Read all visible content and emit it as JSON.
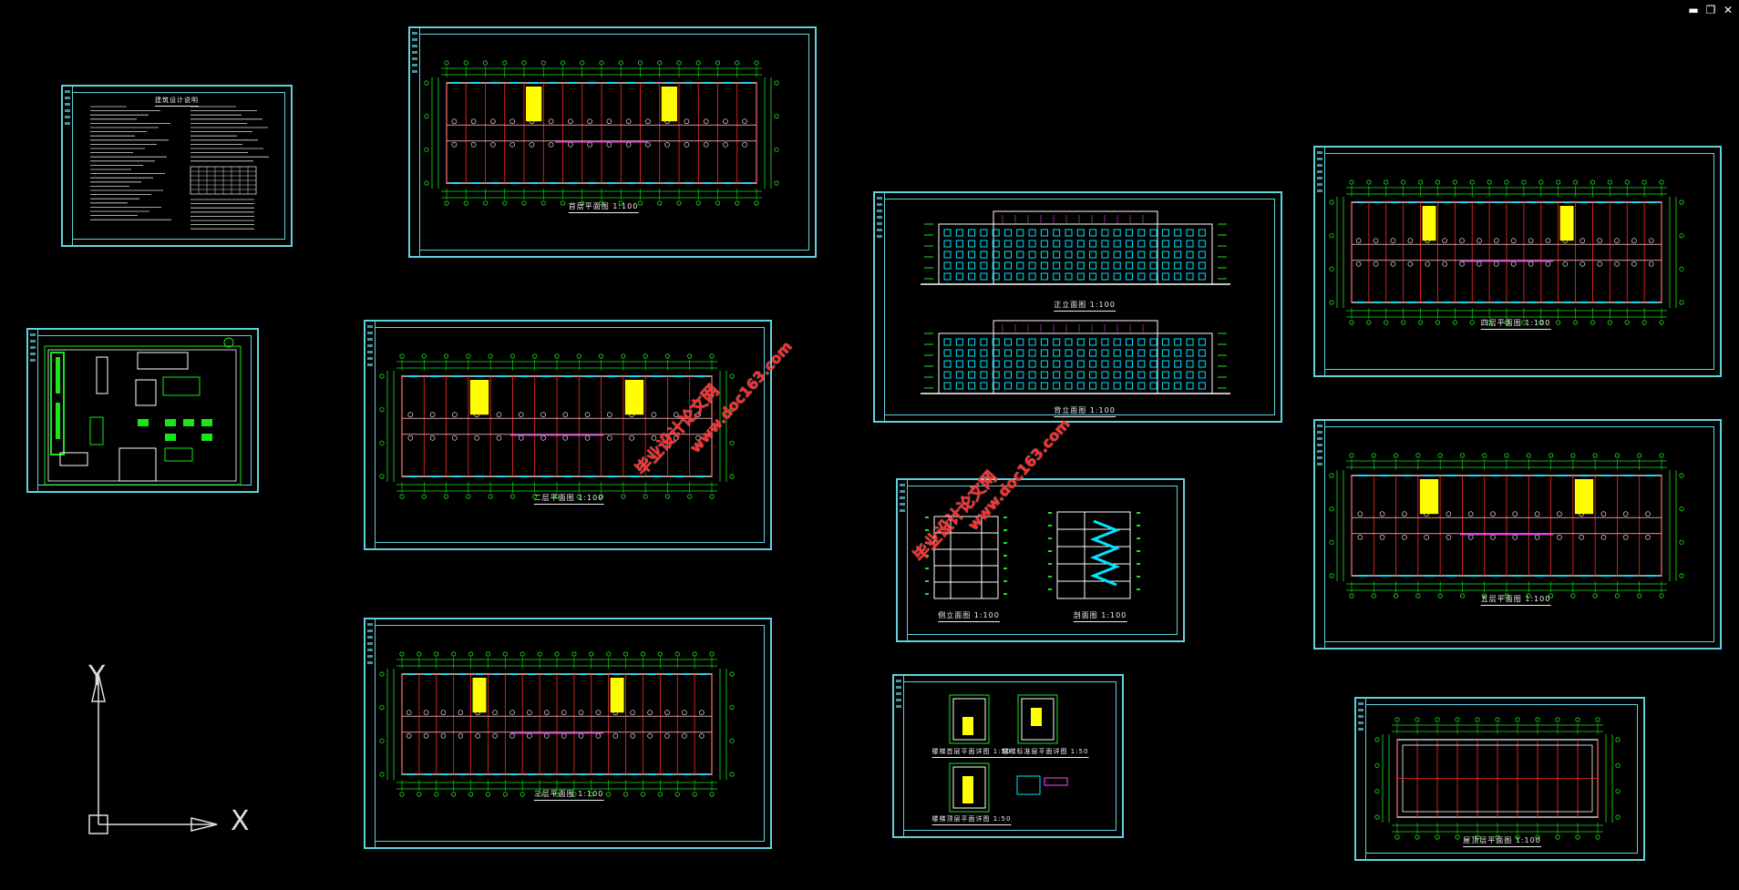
{
  "window_controls": {
    "minimize": "▬",
    "restore": "❐",
    "close": "✕"
  },
  "sheets": {
    "design_notes": {
      "caption": "建筑设计说明"
    },
    "site_plan": {
      "caption": ""
    },
    "first_floor": {
      "caption": "首层平面图 1:100"
    },
    "second_floor": {
      "caption": "二层平面图 1:100"
    },
    "third_floor": {
      "caption": "三层平面图 1:100"
    },
    "elevations": {
      "caption_front": "正立面图 1:100",
      "caption_back": "背立面图 1:100"
    },
    "sections": {
      "caption_side": "侧立面图 1:100",
      "caption_section": "剖面图 1:100"
    },
    "stair_details": {
      "caption_a": "楼梯首层平面详图 1:50",
      "caption_b": "楼梯标准层平面详图 1:50",
      "caption_c": "楼梯顶层平面详图 1:50"
    },
    "fourth_floor": {
      "caption": "四层平面图 1:100"
    },
    "fifth_floor": {
      "caption": "五层平面图 1:100"
    },
    "roof": {
      "caption": "屋顶层平面图 1:100"
    }
  },
  "ucs": {
    "x_label": "X",
    "y_label": "Y"
  },
  "watermarks": {
    "text1": "毕业设计论文网",
    "text2": "www.doc163.com"
  },
  "colors": {
    "frame": "#5fd3dd",
    "grid": "#ff2a2a",
    "dim": "#19e619",
    "wall": "#ffffff",
    "stair": "#ffff00",
    "window": "#00e5ff",
    "accent": "#e040e0"
  }
}
